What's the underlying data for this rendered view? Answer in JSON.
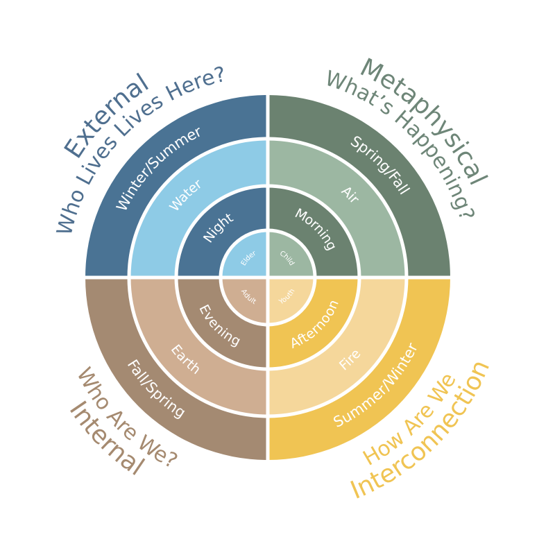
{
  "quadrants": [
    {
      "id": "top-left",
      "colors": [
        "#4a7394",
        "#8ecbe6",
        "#4a7394",
        "#8ecbe6"
      ],
      "rings": [
        "Winter/Summer",
        "Water",
        "Night",
        "Elder"
      ],
      "outer_titles": [
        "External",
        "Who Lives Lives Here?"
      ],
      "title_color": "#4f6f8f"
    },
    {
      "id": "top-right",
      "colors": [
        "#6b8270",
        "#9cb7a2",
        "#6b8270",
        "#9cb7a2"
      ],
      "rings": [
        "Spring/Fall",
        "Air",
        "Morning",
        "Child"
      ],
      "outer_titles": [
        "Metaphysical",
        "What’s Happening?"
      ],
      "title_color": "#6e8678"
    },
    {
      "id": "bottom-left",
      "colors": [
        "#a48a72",
        "#cfae92",
        "#a48a72",
        "#cfae92"
      ],
      "rings": [
        "Fall/Spring",
        "Earth",
        "Evening",
        "Adult"
      ],
      "outer_titles": [
        "Internal",
        "Who Are We?"
      ],
      "title_color": "#a58a70"
    },
    {
      "id": "bottom-right",
      "colors": [
        "#f0c453",
        "#f5d79b",
        "#f0c453",
        "#f5d79b"
      ],
      "rings": [
        "Summer/Winter",
        "Fire",
        "Afternoon",
        "Youth"
      ],
      "outer_titles": [
        "Interconnection",
        "How Are We"
      ],
      "title_color": "#f0c453"
    }
  ]
}
